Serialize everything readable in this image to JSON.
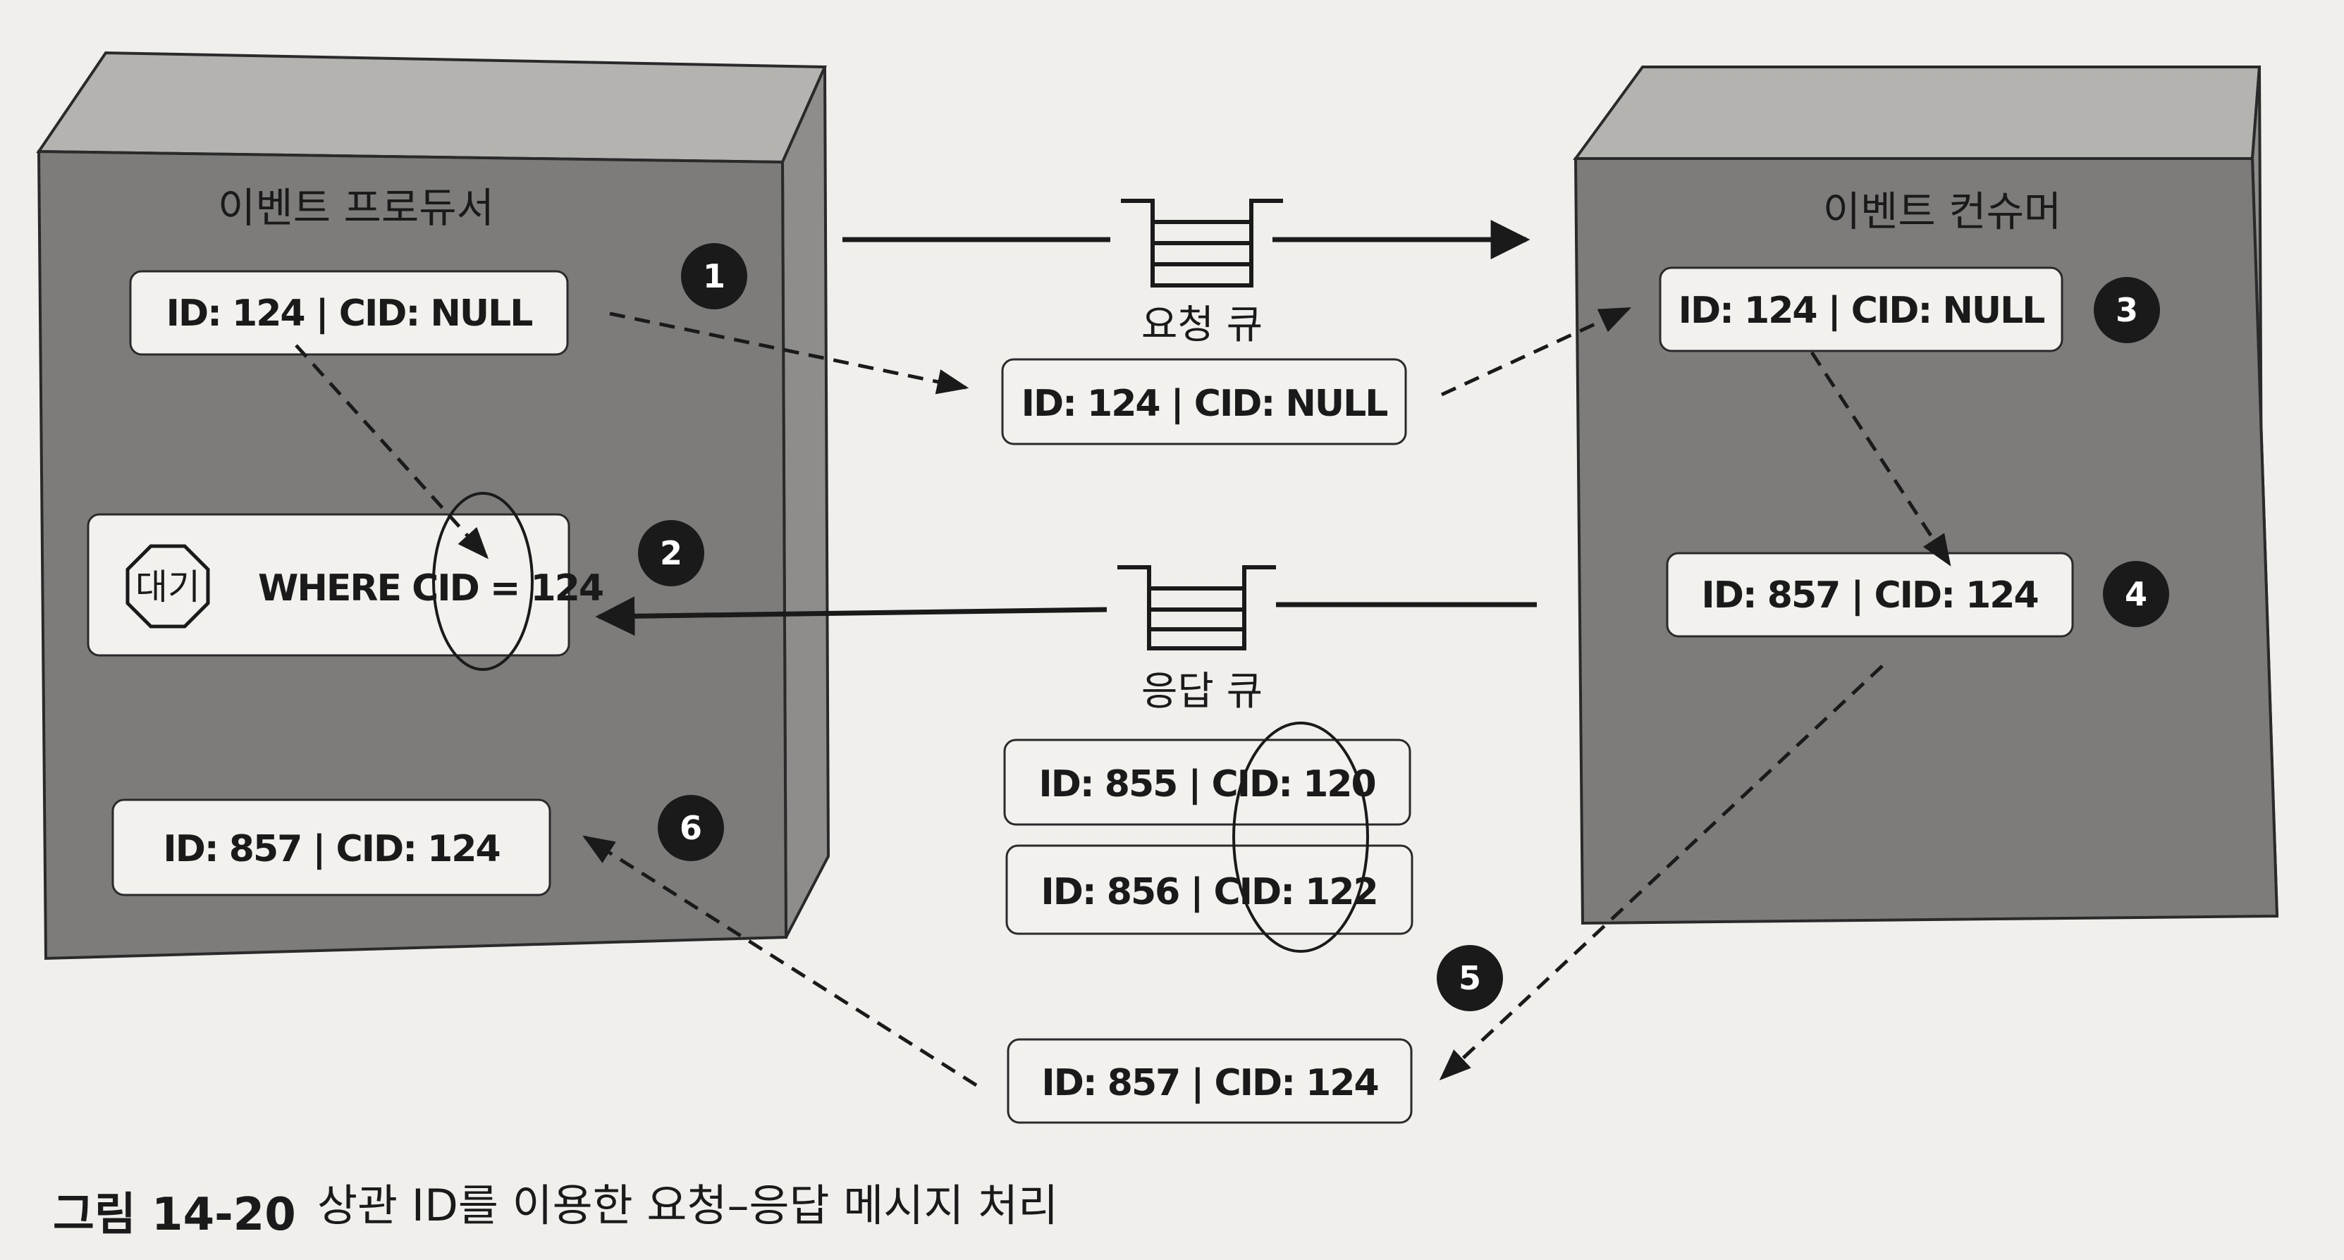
{
  "producer": {
    "title": "이벤트 프로듀서",
    "messages": {
      "m1": "ID: 124 | CID: NULL",
      "wait_icon": "대기",
      "where": "WHERE CID = 124",
      "m6": "ID: 857 | CID: 124"
    }
  },
  "consumer": {
    "title": "이벤트 컨슈머",
    "messages": {
      "m3": "ID: 124 | CID: NULL",
      "m4": "ID: 857 | CID: 124"
    }
  },
  "request_queue": {
    "label": "요청 큐",
    "message": "ID: 124 | CID: NULL"
  },
  "response_queue": {
    "label": "응답 큐",
    "messages": [
      "ID: 855 | CID: 120",
      "ID: 856 | CID: 122",
      "ID: 857 | CID: 124"
    ]
  },
  "steps": [
    "1",
    "2",
    "3",
    "4",
    "5",
    "6"
  ],
  "caption": {
    "figure": "그림 14-20",
    "text": "상관 ID를 이용한 요청–응답 메시지 처리"
  },
  "colors": {
    "box_fill": "#7d7c7a",
    "box_side": "#8e8d8b",
    "box_top": "#b4b3b0",
    "message_fill": "#f2f1ee",
    "step_circle": "#1a1a1a"
  }
}
